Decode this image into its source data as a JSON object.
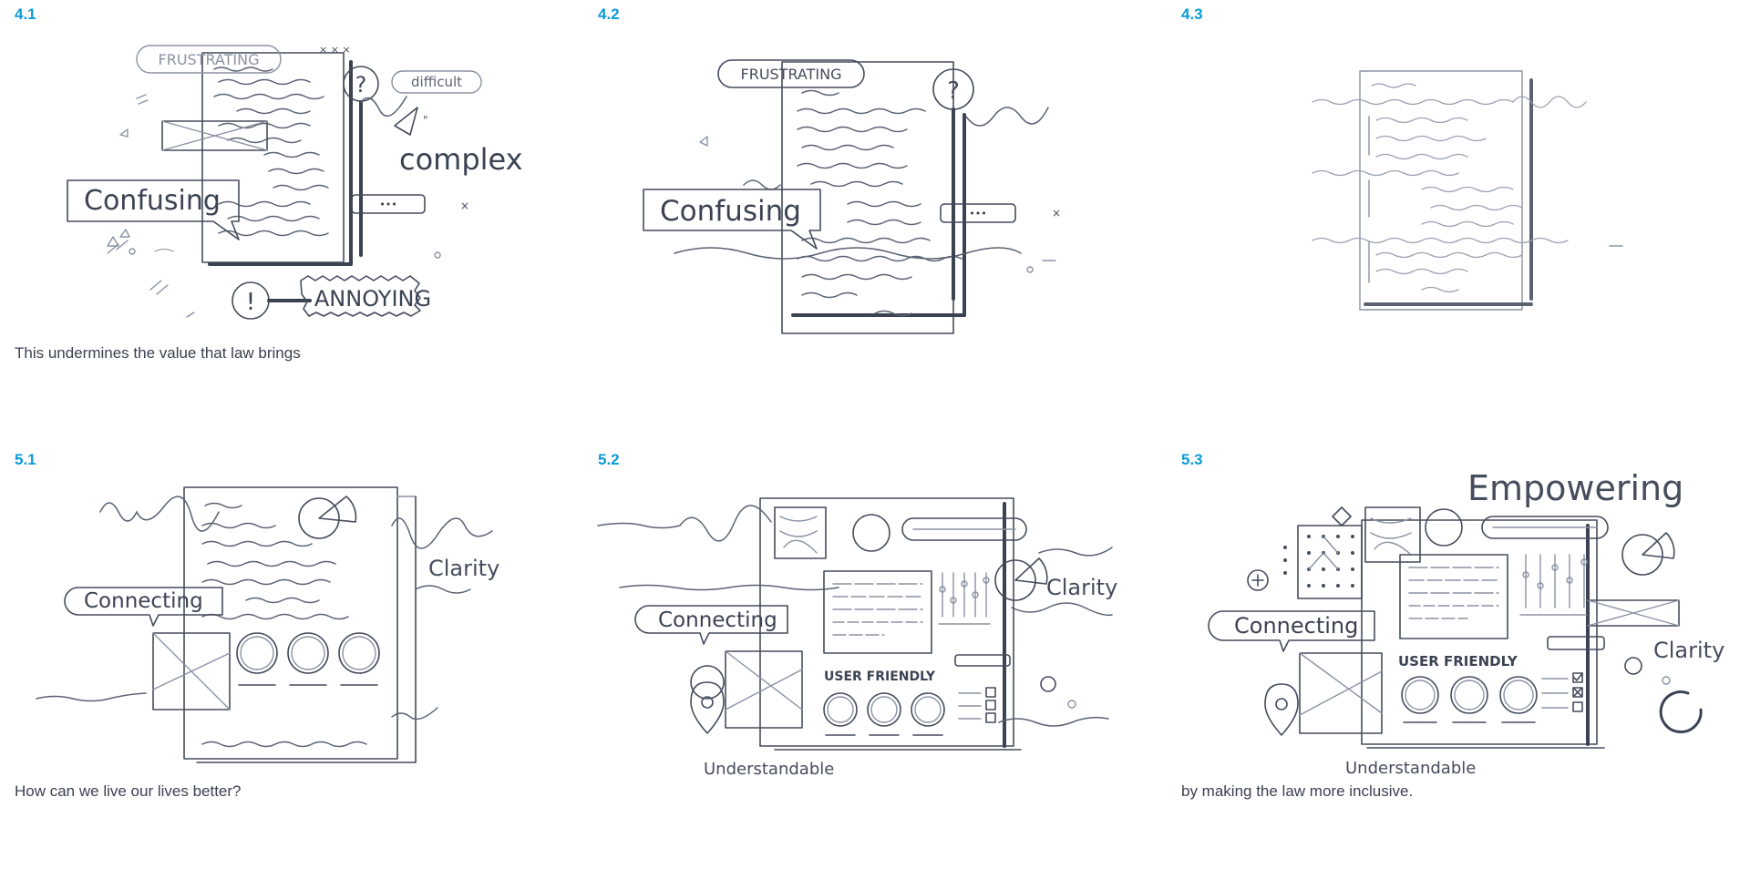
{
  "panels": [
    {
      "id": "4.1",
      "label": "4.1",
      "caption": "This undermines the value that law brings",
      "words": {
        "frustrating": "FRUSTRATING",
        "difficult": "difficult",
        "complex": "complex",
        "confusing": "Confusing",
        "annoying": "ANNOYING",
        "dots": "•••"
      }
    },
    {
      "id": "4.2",
      "label": "4.2",
      "caption": "",
      "words": {
        "frustrating": "FRUSTRATING",
        "confusing": "Confusing",
        "dots": "•••"
      }
    },
    {
      "id": "4.3",
      "label": "4.3",
      "caption": ""
    },
    {
      "id": "5.1",
      "label": "5.1",
      "caption": "How can we live our lives better?",
      "words": {
        "connecting": "Connecting",
        "clarity": "Clarity"
      }
    },
    {
      "id": "5.2",
      "label": "5.2",
      "caption": "",
      "words": {
        "connecting": "Connecting",
        "clarity": "Clarity",
        "user_friendly": "USER FRIENDLY",
        "understandable": "Understandable"
      }
    },
    {
      "id": "5.3",
      "label": "5.3",
      "caption": "by making the law more inclusive.",
      "words": {
        "connecting": "Connecting",
        "clarity": "Clarity",
        "user_friendly": "USER FRIENDLY",
        "understandable": "Understandable",
        "empowering": "Empowering"
      }
    }
  ],
  "colors": {
    "label": "#0a9bd6",
    "ink": "#3a4150",
    "background": "#ffffff"
  }
}
